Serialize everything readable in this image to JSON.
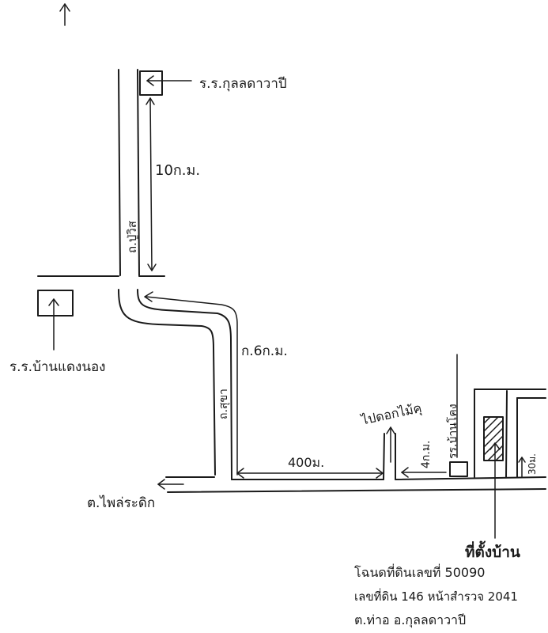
{
  "labels": {
    "north": "",
    "school_top": "ร.ร.กุลลดาวาปี",
    "distance_top": "10ก.ม.",
    "road_main": "ถ.ปู่วิส",
    "school_left": "ร.ร.บ้านแดงนอง",
    "distance_middle": "ก.6ก.ม.",
    "road_left": "ถ.สุขา",
    "distance_bottom": "400ม.",
    "landmark_market": "ไปดอกไม้คุ",
    "school_right": "รร.บ้านโคง",
    "distance_right": "4ก.ม.",
    "distance_small": "30ม.",
    "road_bottom": "ต.ไพล่ระดิก",
    "site_label": "ที่ตั้งบ้าน",
    "address_line1": "โฉนดที่ดินเลขที่ 50090",
    "address_line2": "เลขที่ดิน 146 หน้าสำรวจ 2041",
    "address_line3": "ต.ท่าอ อ.กุลลดาวาปี"
  },
  "colors": {
    "ink": "#1a1a1a",
    "background": "#ffffff"
  }
}
